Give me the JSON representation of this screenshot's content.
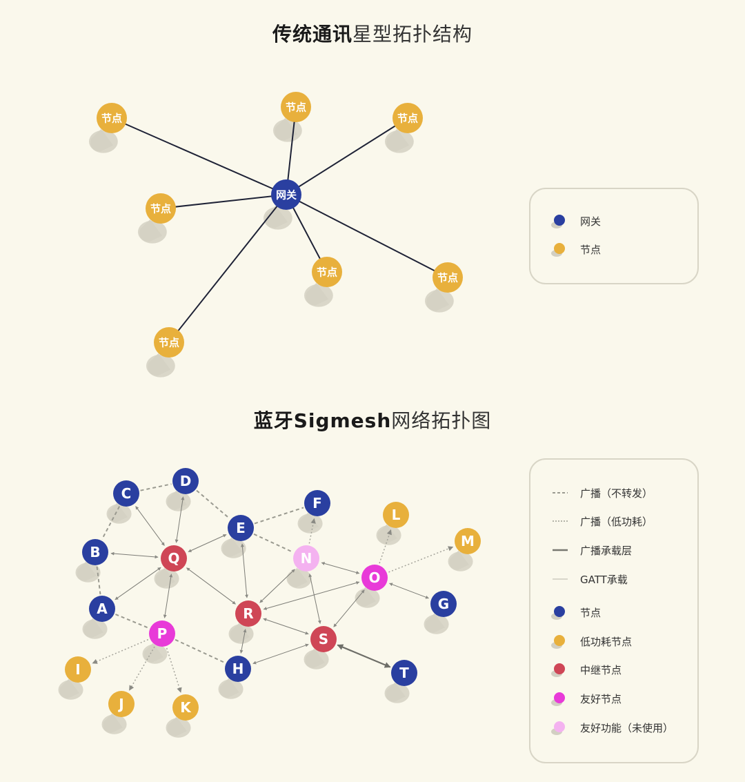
{
  "star": {
    "title_bold": "传统通讯",
    "title_light": "星型拓扑结构",
    "gateway_label": "网关",
    "node_label": "节点",
    "legend": [
      {
        "label": "网关",
        "color": "#2a3fa0"
      },
      {
        "label": "节点",
        "color": "#e8b03c"
      }
    ]
  },
  "mesh": {
    "title_bold": "蓝牙Sigmesh",
    "title_light": "网络拓扑图",
    "nodes": [
      {
        "id": "A",
        "type": "node"
      },
      {
        "id": "B",
        "type": "node"
      },
      {
        "id": "C",
        "type": "node"
      },
      {
        "id": "D",
        "type": "node"
      },
      {
        "id": "E",
        "type": "node"
      },
      {
        "id": "F",
        "type": "node"
      },
      {
        "id": "G",
        "type": "node"
      },
      {
        "id": "H",
        "type": "node"
      },
      {
        "id": "I",
        "type": "low_power"
      },
      {
        "id": "J",
        "type": "low_power"
      },
      {
        "id": "K",
        "type": "low_power"
      },
      {
        "id": "L",
        "type": "low_power"
      },
      {
        "id": "M",
        "type": "low_power"
      },
      {
        "id": "N",
        "type": "friend_unused"
      },
      {
        "id": "O",
        "type": "friend"
      },
      {
        "id": "P",
        "type": "friend"
      },
      {
        "id": "Q",
        "type": "relay"
      },
      {
        "id": "R",
        "type": "relay"
      },
      {
        "id": "S",
        "type": "relay"
      },
      {
        "id": "T",
        "type": "node"
      }
    ],
    "line_legend": [
      {
        "label": "广播（不转发）",
        "style": "dashed"
      },
      {
        "label": "广播（低功耗）",
        "style": "dotted"
      },
      {
        "label": "广播承载层",
        "style": "solid-thick"
      },
      {
        "label": "GATT承载",
        "style": "solid-thin"
      }
    ],
    "node_legend": [
      {
        "label": "节点",
        "color": "#2a3fa0"
      },
      {
        "label": "低功耗节点",
        "color": "#e8b03c"
      },
      {
        "label": "中继节点",
        "color": "#cf4656"
      },
      {
        "label": "友好节点",
        "color": "#e83ad8"
      },
      {
        "label": "友好功能（未使用）",
        "color": "#f4b2f0"
      }
    ],
    "colors": {
      "node": "#2a3fa0",
      "low_power": "#e8b03c",
      "relay": "#cf4656",
      "friend": "#e83ad8",
      "friend_unused": "#f4b2f0"
    }
  }
}
